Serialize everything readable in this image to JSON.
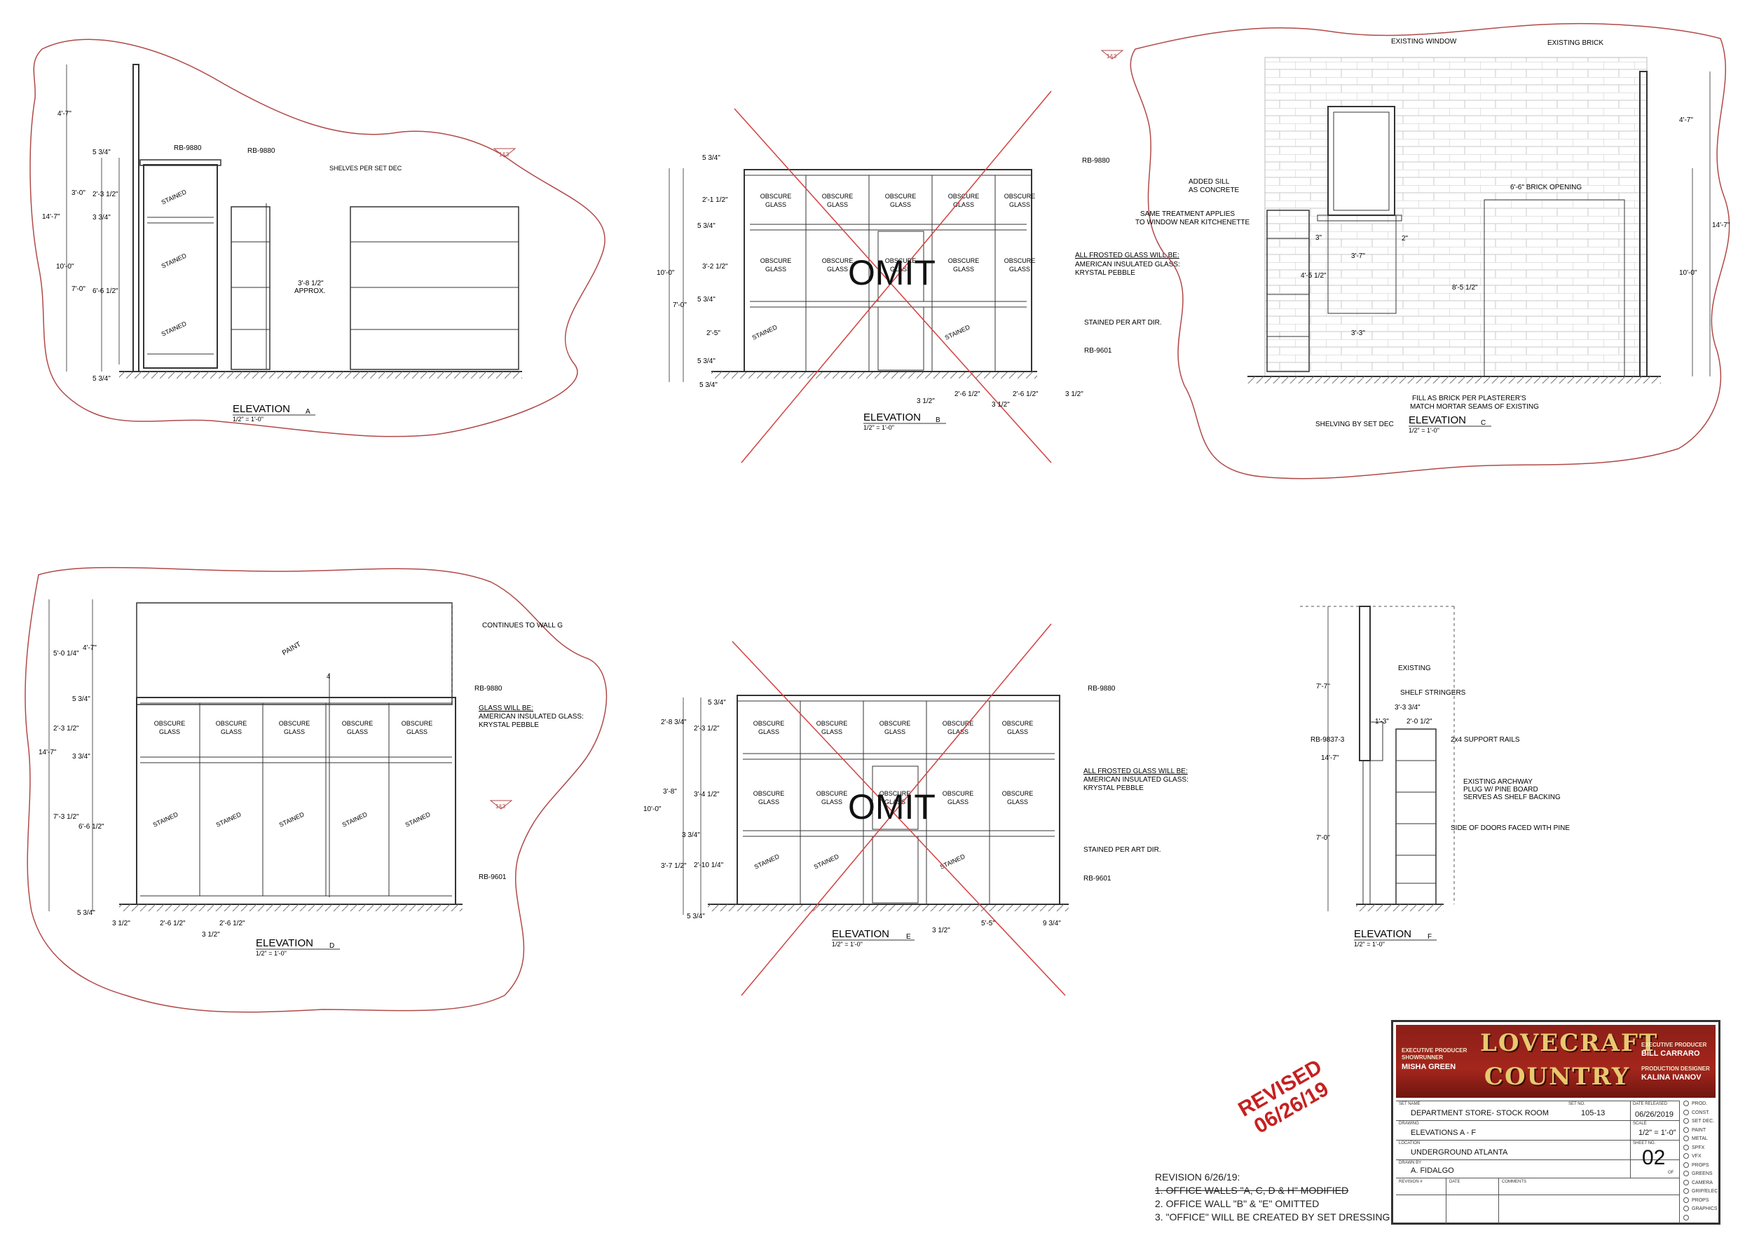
{
  "colors": {
    "cloud": "#b04a48",
    "line": "#333333",
    "omit": "#d44040",
    "revised": "#c62020",
    "banner": "#a4261c"
  },
  "revision_tag": "1&3",
  "omit_label": "OMIT",
  "scale_label": "1/2\" = 1'-0\"",
  "elevations": {
    "A": {
      "title": "ELEVATION",
      "letter": "A",
      "callouts": [
        "RB-9880",
        "RB-9880",
        "SHELVES PER SET DEC",
        "STAINED",
        "STAINED",
        "STAINED",
        "3'-8 1/2\"",
        "APPROX."
      ],
      "dims": [
        "4'-7\"",
        "5 3/4\"",
        "3'-0\"",
        "2'-3 1/2\"",
        "14'-7\"",
        "3 3/4\"",
        "10'-0\"",
        "7'-0\"",
        "6'-6 1/2\"",
        "5 3/4\""
      ]
    },
    "B": {
      "title": "ELEVATION",
      "letter": "B",
      "glass": "OBSCURE GLASS",
      "stained": "STAINED",
      "callouts": [
        "RB-9880",
        "ALL FROSTED GLASS WILL BE:",
        "AMERICAN INSULATED GLASS:",
        "KRYSTAL PEBBLE",
        "STAINED PER ART DIR.",
        "RB-9601"
      ],
      "dims": [
        "5 3/4\"",
        "2'-1 1/2\"",
        "5 3/4\"",
        "10'-0\"",
        "3'-2 1/2\"",
        "7'-0\"",
        "5 3/4\"",
        "2'-5\"",
        "5 3/4\"",
        "5 3/4\"",
        "3 1/2\"",
        "2'-6 1/2\"",
        "2'-6 1/2\"",
        "3 1/2\"",
        "3 1/2\""
      ]
    },
    "C": {
      "title": "ELEVATION",
      "letter": "C",
      "callouts": [
        "EXISTING WINDOW",
        "EXISTING BRICK",
        "ADDED SILL",
        "AS CONCRETE",
        "SAME TREATMENT APPLIES",
        "TO WINDOW NEAR KITCHENETTE",
        "6'-6\" BRICK OPENING",
        "FILL AS BRICK PER PLASTERER'S",
        "MATCH MORTAR SEAMS OF EXISTING",
        "SHELVING BY SET DEC"
      ],
      "dims": [
        "4'-7\"",
        "14'-7\"",
        "10'-0\"",
        "3\"",
        "2\"",
        "3'-7\"",
        "4'-5 1/2\"",
        "8'-5 1/2\"",
        "3'-3\""
      ]
    },
    "D": {
      "title": "ELEVATION",
      "letter": "D",
      "glass": "OBSCURE GLASS",
      "stained": "STAINED",
      "callouts": [
        "CONTINUES TO WALL G",
        "PAINT",
        "RB-9880",
        "GLASS WILL BE:",
        "AMERICAN INSULATED GLASS:",
        "KRYSTAL PEBBLE",
        "RB-9601",
        "4"
      ],
      "dims": [
        "5'-0 1/4\"",
        "4'-7\"",
        "5 3/4\"",
        "2'-3 1/2\"",
        "14'-7\"",
        "3 3/4\"",
        "7'-3 1/2\"",
        "6'-6 1/2\"",
        "5 3/4\"",
        "3 1/2\"",
        "2'-6 1/2\"",
        "2'-6 1/2\"",
        "3 1/2\""
      ]
    },
    "E": {
      "title": "ELEVATION",
      "letter": "E",
      "glass": "OBSCURE GLASS",
      "stained": "STAINED",
      "callouts": [
        "RB-9880",
        "ALL FROSTED GLASS WILL BE:",
        "AMERICAN INSULATED GLASS:",
        "KRYSTAL PEBBLE",
        "STAINED PER ART DIR.",
        "RB-9601"
      ],
      "dims": [
        "5 3/4\"",
        "2'-8 3/4\"",
        "2'-3 1/2\"",
        "3'-8\"",
        "3'-4 1/2\"",
        "10'-0\"",
        "3 3/4\"",
        "3'-7 1/2\"",
        "2'-10 1/4\"",
        "5 3/4\"",
        "3 1/2\"",
        "5'-5\"",
        "9 3/4\""
      ]
    },
    "F": {
      "title": "ELEVATION",
      "letter": "F",
      "callouts": [
        "EXISTING",
        "SHELF STRINGERS",
        "RB-9837-3",
        "2x4 SUPPORT RAILS",
        "EXISTING ARCHWAY",
        "PLUG W/ PINE BOARD",
        "SERVES AS SHELF BACKING",
        "SIDE OF DOORS FACED WITH PINE"
      ],
      "dims": [
        "7'-7\"",
        "3'-3 3/4\"",
        "1'-3\"",
        "2'-0 1/2\"",
        "14'-7\"",
        "7'-0\""
      ]
    }
  },
  "revised_stamp": {
    "line1": "REVISED",
    "line2": "06/26/19"
  },
  "revision_notes": {
    "heading": "REVISION 6/26/19:",
    "items": [
      "1. OFFICE WALLS \"A, C, D & H\" MODIFIED",
      "2. OFFICE WALL \"B\" & \"E\" OMITTED",
      "3. \"OFFICE\" WILL BE CREATED BY SET DRESSING"
    ]
  },
  "title_block": {
    "logo_line1": "LOVECRAFT",
    "logo_line2": "COUNTRY",
    "exec_producer_label": "EXECUTIVE PRODUCER",
    "showrunner_label": "SHOWRUNNER",
    "showrunner": "MISHA GREEN",
    "exec_producer_right_label": "EXECUTIVE PRODUCER",
    "exec_producer_right": "BILL CARRARO",
    "production_designer_label": "PRODUCTION DESIGNER",
    "production_designer": "KALINA IVANOV",
    "set_name_label": "SET NAME",
    "set_name": "DEPARTMENT STORE- STOCK ROOM",
    "set_no_label": "SET NO.",
    "set_no": "105-13",
    "date_released_label": "DATE RELEASED",
    "date_released": "06/26/2019",
    "drawing_label": "DRAWING",
    "drawing": "ELEVATIONS A - F",
    "scale_label": "SCALE",
    "scale": "1/2\" = 1'-0\"",
    "location_label": "LOCATION",
    "location": "UNDERGROUND ATLANTA",
    "sheet_label": "SHEET NO.",
    "sheet": "02",
    "of_label": "OF",
    "drawn_by_label": "DRAWN BY",
    "drawn_by": "A.   FIDALGO",
    "revision_col": "REVISION #",
    "date_col": "DATE",
    "comments_col": "COMMENTS",
    "departments": [
      "PROD.",
      "CONST.",
      "SET DEC.",
      "PAINT",
      "METAL",
      "SPFX",
      "VFX",
      "PROPS",
      "GREENS",
      "CAMERA",
      "GRIP/ELEC",
      "PROPS",
      "GRAPHICS",
      ""
    ]
  }
}
